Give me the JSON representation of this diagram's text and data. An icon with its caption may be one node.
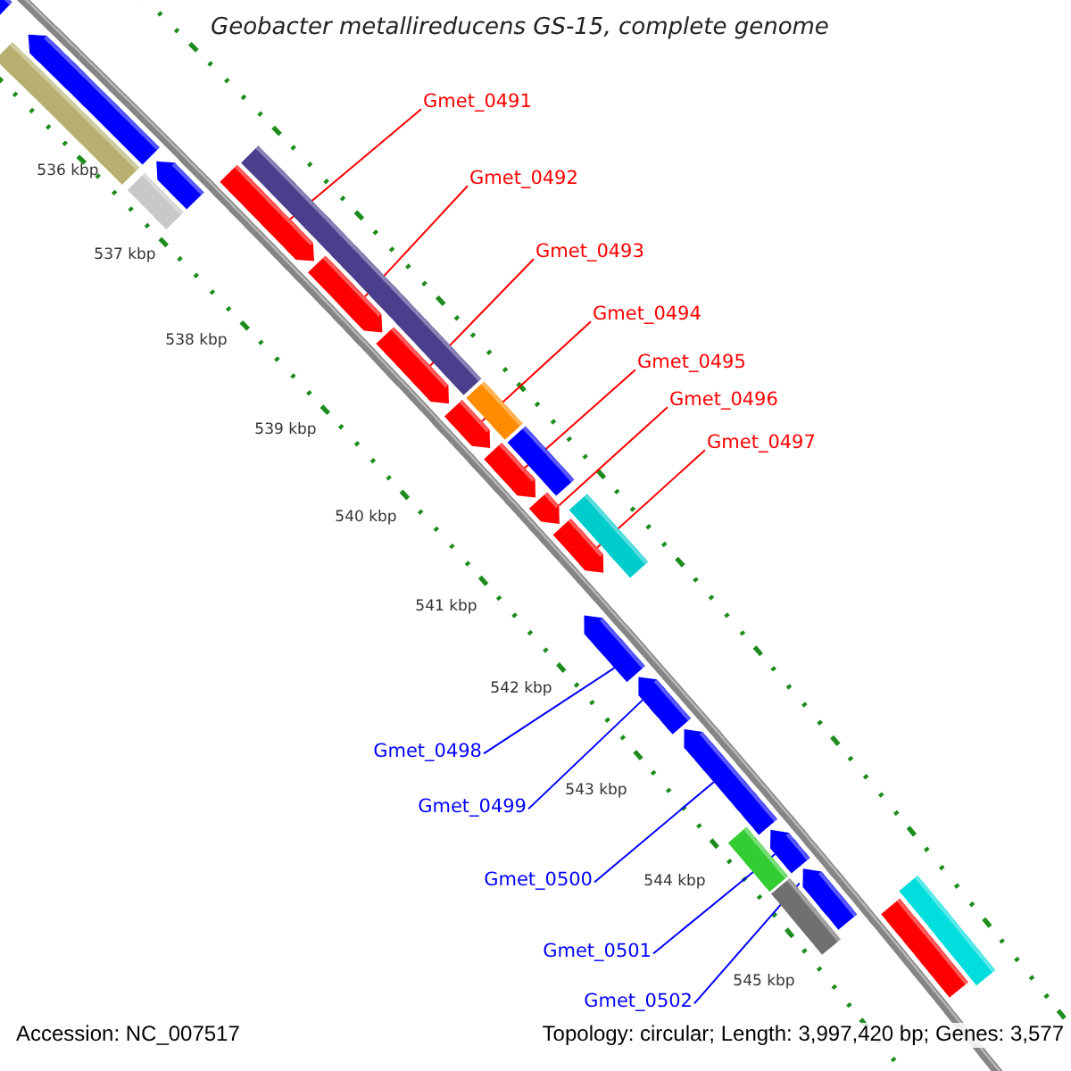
{
  "diagram": {
    "title": "Geobacter metallireducens GS-15, complete genome",
    "nodes": [
      {
        "text": [
          "Gmet_0491"
        ]
      },
      {
        "text": [
          "Gmet_0492"
        ]
      },
      {
        "text": [
          "Gmet_0493"
        ]
      },
      {
        "text": [
          "Gmet_0494"
        ]
      },
      {
        "text": [
          "Gmet_0495"
        ]
      },
      {
        "text": [
          "Gmet_0496"
        ]
      },
      {
        "text": [
          "Gmet_0497"
        ]
      },
      {
        "text": [
          "Gmet_0498"
        ]
      },
      {
        "text": [
          "Gmet_0499"
        ]
      },
      {
        "text": [
          "Gmet_0500"
        ]
      },
      {
        "text": [
          "Gmet_0501"
        ]
      },
      {
        "text": [
          "Gmet_0502"
        ]
      },
      {
        "text": [],
        "shape": "arrow"
      },
      {
        "text": [],
        "shape": "arrow"
      },
      {
        "text": [],
        "shape": "bar"
      },
      {
        "text": [],
        "shape": "arrow"
      },
      {
        "text": [],
        "shape": "bar"
      },
      {
        "text": [],
        "shape": "bar"
      },
      {
        "text": [],
        "shape": "arrow"
      },
      {
        "text": [],
        "shape": "arrow"
      },
      {
        "text": [],
        "shape": "arrow"
      },
      {
        "text": [],
        "shape": "arrow"
      },
      {
        "text": [],
        "shape": "arrow"
      },
      {
        "text": [],
        "shape": "arrow"
      },
      {
        "text": [],
        "shape": "arrow"
      },
      {
        "text": [],
        "shape": "bar"
      },
      {
        "text": [],
        "shape": "bar"
      },
      {
        "text": [],
        "shape": "bar"
      },
      {
        "text": [],
        "shape": "arrow"
      },
      {
        "text": [],
        "shape": "arrow"
      },
      {
        "text": [],
        "shape": "arrow"
      },
      {
        "text": [],
        "shape": "arrow"
      },
      {
        "text": [],
        "shape": "arrow"
      },
      {
        "text": [],
        "shape": "bar"
      },
      {
        "text": [],
        "shape": "bar"
      },
      {
        "text": [],
        "shape": "bar"
      },
      {
        "text": [],
        "shape": "bar"
      }
    ],
    "edges": [
      {
        "from": 0,
        "to": 18,
        "arrow": "none"
      },
      {
        "from": 1,
        "to": 19,
        "arrow": "none"
      },
      {
        "from": 2,
        "to": 20,
        "arrow": "none"
      },
      {
        "from": 3,
        "to": 21,
        "arrow": "none"
      },
      {
        "from": 4,
        "to": 22,
        "arrow": "none"
      },
      {
        "from": 5,
        "to": 23,
        "arrow": "none"
      },
      {
        "from": 6,
        "to": 24,
        "arrow": "none"
      },
      {
        "from": 7,
        "to": 28,
        "arrow": "none",
        "color": "#0000ff"
      },
      {
        "from": 8,
        "to": 29,
        "arrow": "none",
        "color": "#0000ff"
      },
      {
        "from": 9,
        "to": 30,
        "arrow": "none",
        "color": "#0000ff"
      },
      {
        "from": 10,
        "to": 31,
        "arrow": "none",
        "color": "#0000ff"
      },
      {
        "from": 11,
        "to": 32,
        "arrow": "none",
        "color": "#0000ff"
      }
    ],
    "labels": [
      "536 kbp",
      "537 kbp",
      "538 kbp",
      "539 kbp",
      "540 kbp",
      "541 kbp",
      "542 kbp",
      "543 kbp",
      "544 kbp",
      "545 kbp",
      "Accession: NC_007517",
      "Topology: circular; Length: 3,997,420 bp; Genes: 3,577"
    ]
  }
}
